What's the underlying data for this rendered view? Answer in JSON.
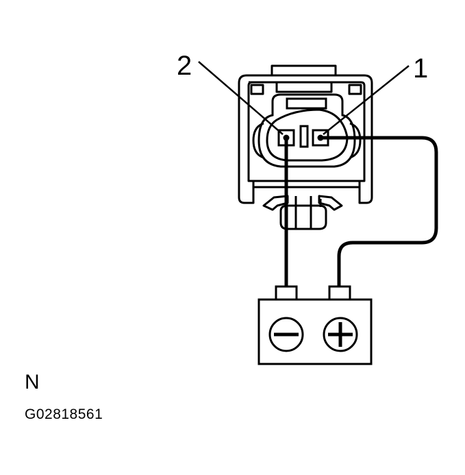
{
  "diagram": {
    "pin_labels": {
      "pin_1": "1",
      "pin_2": "2"
    },
    "battery": {
      "negative_icon": "minus-icon",
      "positive_icon": "plus-icon"
    },
    "note": "N",
    "figure_code": "G02818561",
    "colors": {
      "line": "#000000",
      "background": "#ffffff"
    }
  }
}
